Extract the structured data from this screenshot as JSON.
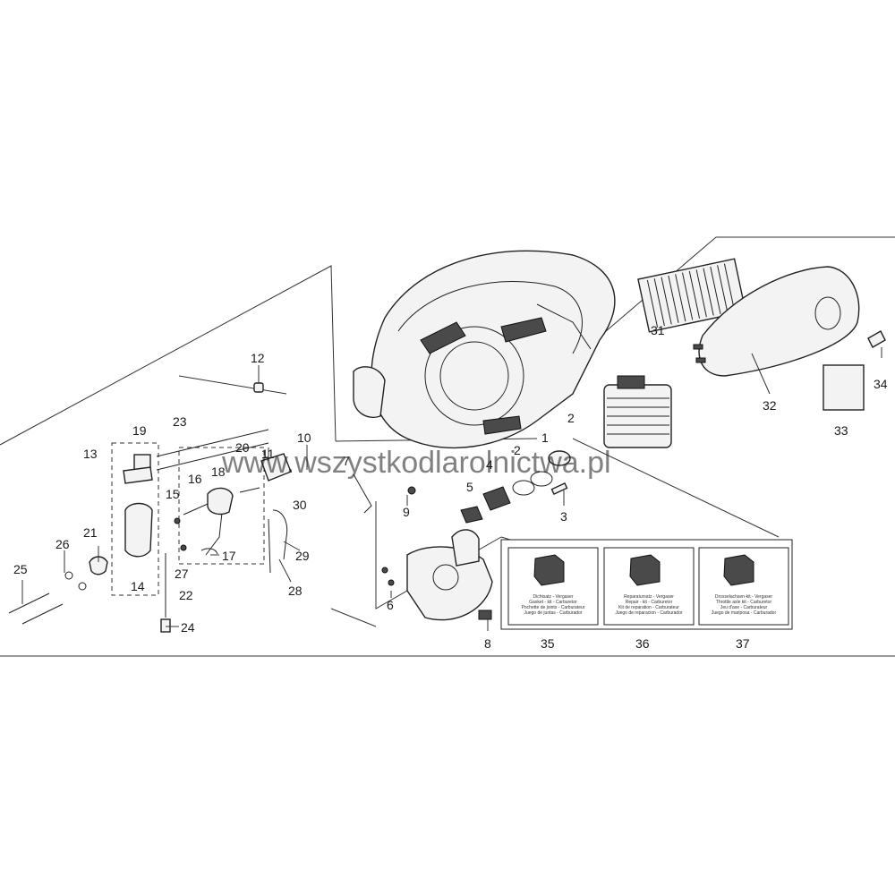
{
  "watermark": "www.wszystkodlarolnictwa.pl",
  "callouts": {
    "n1": "1",
    "n2": "2",
    "n2b": "2",
    "n3": "3",
    "n4": "4",
    "n5": "5",
    "n6": "6",
    "n7": "7",
    "n8": "8",
    "n9": "9",
    "n10": "10",
    "n11": "11",
    "n12": "12",
    "n13": "13",
    "n14": "14",
    "n15": "15",
    "n16": "16",
    "n17": "17",
    "n18": "18",
    "n19": "19",
    "n20": "20",
    "n21": "21",
    "n22": "22",
    "n23": "23",
    "n24": "24",
    "n25": "25",
    "n26": "26",
    "n27": "27",
    "n28": "28",
    "n29": "29",
    "n30": "30",
    "n31": "31",
    "n32": "32",
    "n33": "33",
    "n34": "34",
    "n35": "35",
    "n36": "36",
    "n37": "37"
  },
  "kits": [
    {
      "number": "35",
      "lines": [
        "Dichtsatz - Vergaser",
        "Gasket - kit - Carburetor",
        "Pochette de joints - Carburateur",
        "Juego de juntas - Carburador"
      ]
    },
    {
      "number": "36",
      "lines": [
        "Reparatursatz - Vergaser",
        "Repair - kit - Carburetor",
        "Kit de reparation - Carburateur",
        "Juego de reparacion - Carburador"
      ]
    },
    {
      "number": "37",
      "lines": [
        "Drosselachsen-kit - Vergaser",
        "Throttle axle kit - Carburetor",
        "Jeu d'axe - Carburateur",
        "Juego de mariposa - Carburador"
      ]
    }
  ]
}
